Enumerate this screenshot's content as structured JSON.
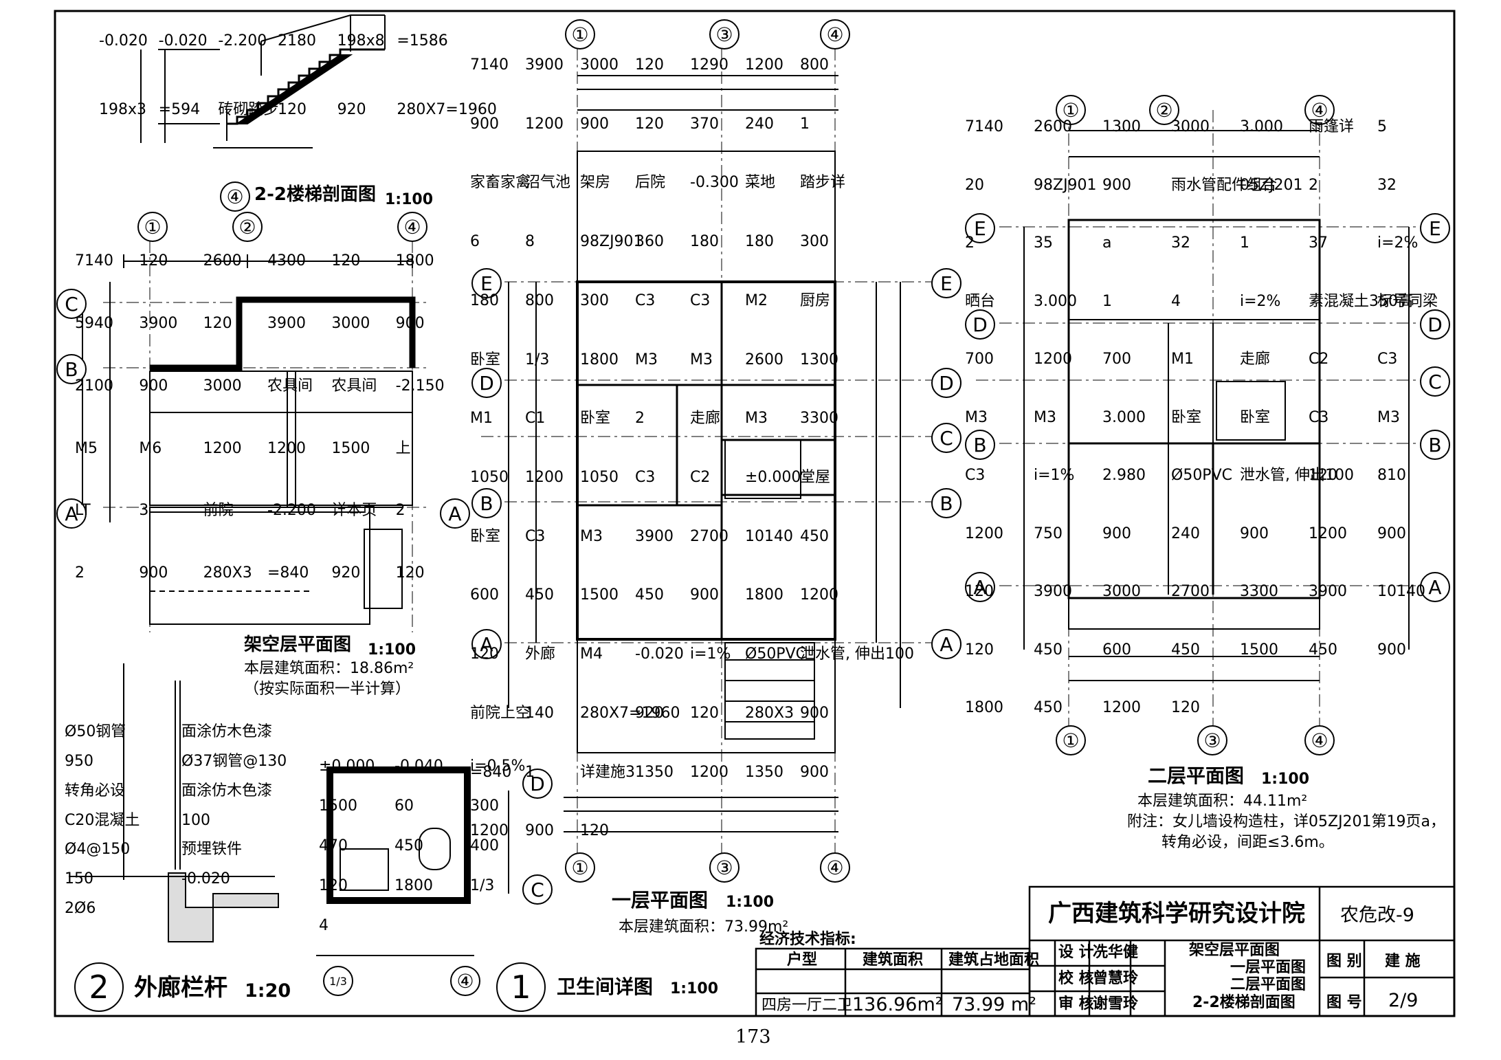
{
  "institute": "广西建筑科学研究设计院",
  "project_code": "农危改-9",
  "page_number": "173",
  "drawing_category_label": "图 别",
  "drawing_category": "建 施",
  "drawing_no_label": "图 号",
  "drawing_no": "2/9",
  "drawing_titles": [
    "架空层平面图",
    "一层平面图",
    "二层平面图",
    "2-2楼梯剖面图"
  ],
  "signatures": [
    {
      "role": "设 计",
      "name": "冼华健"
    },
    {
      "role": "校 核",
      "name": "曾慧玲"
    },
    {
      "role": "审 核",
      "name": "谢雪玲"
    }
  ],
  "econ": {
    "caption": "经济技术指标:",
    "headers": [
      "户型",
      "建筑面积",
      "建筑占地面积"
    ],
    "row": [
      "四房一厅二卫",
      "136.96m²",
      "73.99 m²"
    ]
  },
  "views": {
    "stair_section": {
      "title": "2-2楼梯剖面图",
      "scale": "1:100",
      "num": "4",
      "labels": [
        "-0.020",
        "-0.020",
        "-2.200",
        "2180",
        "198x8",
        "=1586",
        "198x3",
        "=594",
        "砖砌踏步",
        "120",
        "920",
        "280X7=1960"
      ]
    },
    "basement": {
      "title": "架空层平面图",
      "scale": "1:100",
      "area": "本层建筑面积：18.86m²",
      "area_note": "（按实际面积一半计算）",
      "labels": [
        "7140",
        "120",
        "2600",
        "4300",
        "120",
        "1800",
        "5940",
        "3900",
        "120",
        "3900",
        "3000",
        "900",
        "2100",
        "900",
        "3000",
        "农具间",
        "农具间",
        "-2.150",
        "M5",
        "M6",
        "1200",
        "1200",
        "1500",
        "上",
        "LT",
        "3",
        "前院",
        "-2.200",
        "详本页",
        "2",
        "2",
        "900",
        "280X3",
        "=840",
        "920",
        "120"
      ]
    },
    "railing": {
      "title": "外廊栏杆",
      "scale": "1:20",
      "num": "2",
      "labels": [
        "Ø50钢管",
        "面涂仿木色漆",
        "950",
        "Ø37钢管@130",
        "转角必设",
        "面涂仿木色漆",
        "C20混凝土",
        "100",
        "Ø4@150",
        "预埋铁件",
        "150",
        "-0.020",
        "2Ø6"
      ]
    },
    "bathroom": {
      "title": "卫生间详图",
      "scale": "1:100",
      "num": "1",
      "labels": [
        "±0.000",
        "-0.040",
        "i=0.5%",
        "1500",
        "60",
        "300",
        "470",
        "450",
        "400",
        "120",
        "1800",
        "1/3",
        "4"
      ]
    },
    "first": {
      "title": "一层平面图",
      "scale": "1:100",
      "area": "本层建筑面积：73.99m²",
      "labels": [
        "7140",
        "3900",
        "3000",
        "120",
        "1290",
        "1200",
        "800",
        "900",
        "1200",
        "900",
        "120",
        "370",
        "240",
        "1",
        "家畜家禽",
        "沼气池",
        "架房",
        "后院",
        "-0.300",
        "菜地",
        "踏步详",
        "6",
        "8",
        "98ZJ901",
        "360",
        "180",
        "180",
        "300",
        "180",
        "800",
        "300",
        "C3",
        "C3",
        "M2",
        "厨房",
        "卧室",
        "1/3",
        "1800",
        "M3",
        "M3",
        "2600",
        "1300",
        "M1",
        "C1",
        "卧室",
        "2",
        "走廊",
        "M3",
        "3300",
        "1050",
        "1200",
        "1050",
        "C3",
        "C2",
        "±0.000",
        "堂屋",
        "卧室",
        "C3",
        "M3",
        "3900",
        "2700",
        "10140",
        "450",
        "600",
        "450",
        "1500",
        "450",
        "900",
        "1800",
        "1200",
        "120",
        "外廊",
        "M4",
        "-0.020",
        "i=1%",
        "Ø50PVC",
        "泄水管, 伸出100",
        "前院上空",
        "140",
        "280X7=1960",
        "920",
        "120",
        "280X3",
        "900",
        "=840",
        "1",
        "详建施3",
        "1350",
        "1200",
        "1350",
        "900",
        "1200",
        "900",
        "120"
      ]
    },
    "second": {
      "title": "二层平面图",
      "scale": "1:100",
      "area": "本层建筑面积：44.11m²",
      "note": "附注：女儿墙设构造柱，详05ZJ201第19页a，",
      "note2": "转角必设，间距≤3.6m。",
      "labels": [
        "7140",
        "2600",
        "1300",
        "3000",
        "3.000",
        "雨篷详",
        "5",
        "20",
        "98ZJ901",
        "900",
        "雨水管配件组合",
        "05ZJ201",
        "2",
        "32",
        "2",
        "35",
        "a",
        "32",
        "1",
        "37",
        "i=2%",
        "晒台",
        "3.000",
        "1",
        "4",
        "i=2%",
        "素混凝土350高",
        "标号同梁",
        "700",
        "1200",
        "700",
        "M1",
        "走廊",
        "C2",
        "C3",
        "M3",
        "M3",
        "3.000",
        "卧室",
        "卧室",
        "C3",
        "M3",
        "C3",
        "i=1%",
        "2.980",
        "Ø50PVC",
        "泄水管, 伸出100",
        "120",
        "810",
        "1200",
        "750",
        "900",
        "240",
        "900",
        "1200",
        "900",
        "120",
        "3900",
        "3000",
        "2700",
        "3300",
        "3900",
        "10140",
        "120",
        "450",
        "600",
        "450",
        "1500",
        "450",
        "900",
        "1800",
        "450",
        "1200",
        "120"
      ]
    }
  },
  "axis_labels": [
    "①",
    "②",
    "③",
    "④",
    "A",
    "B",
    "C",
    "D",
    "E"
  ]
}
